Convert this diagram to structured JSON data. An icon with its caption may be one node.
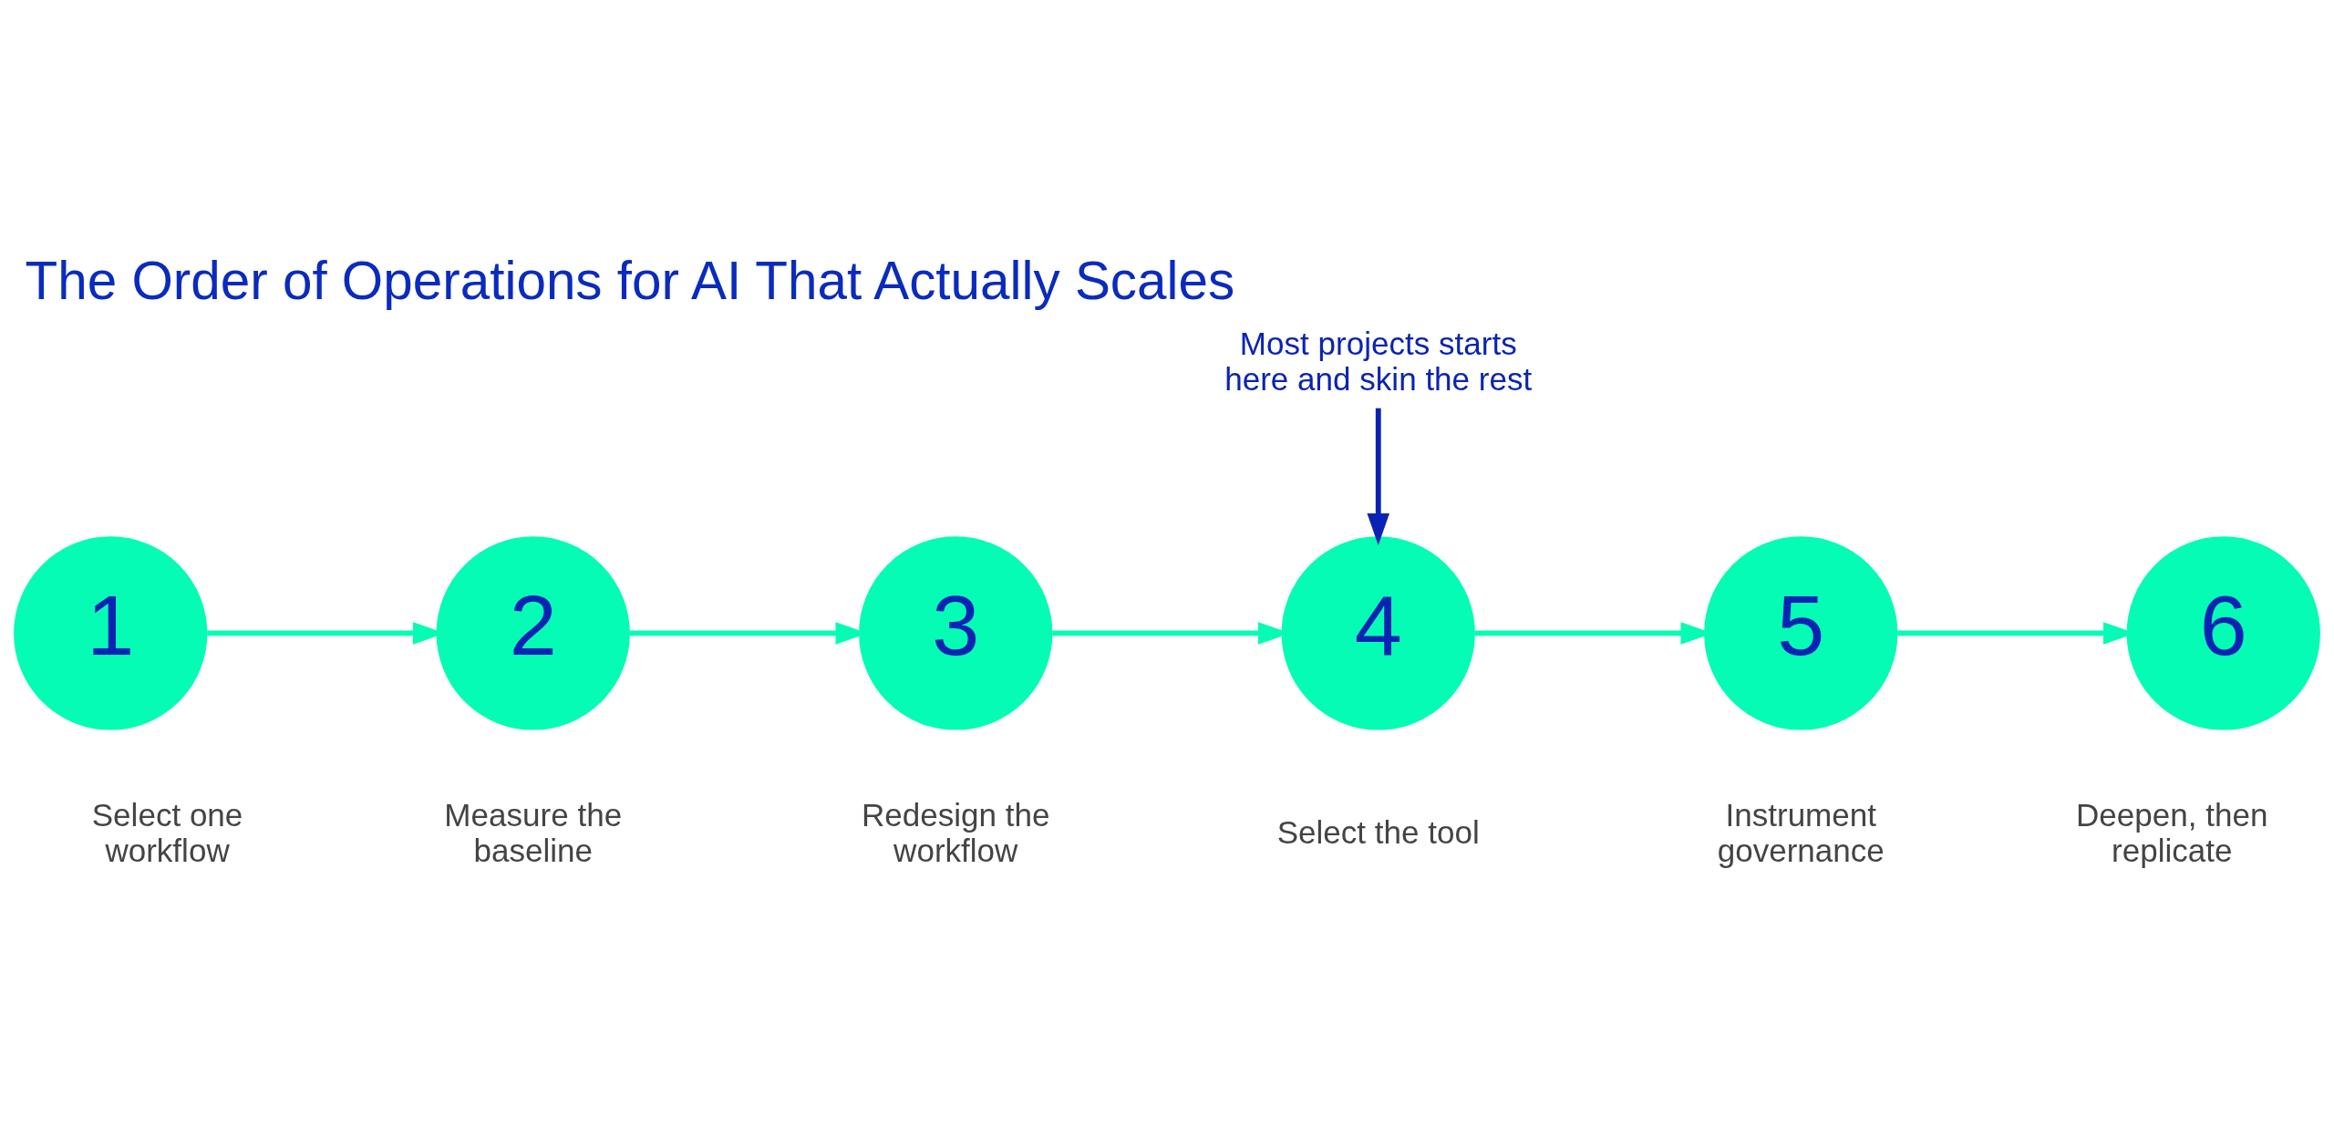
{
  "diagram": {
    "title": "The Order of Operations for AI That Actually Scales",
    "nodes": [
      {
        "text": [
          "1"
        ],
        "beside": [
          "Select one workflow"
        ]
      },
      {
        "text": [
          "2"
        ],
        "beside": [
          "Measure the baseline"
        ]
      },
      {
        "text": [
          "3"
        ],
        "beside": [
          "Redesign the workflow"
        ]
      },
      {
        "text": [
          "4"
        ],
        "beside": [
          "Select the tool"
        ]
      },
      {
        "text": [
          "5"
        ],
        "beside": [
          "Instrument governance"
        ]
      },
      {
        "text": [
          "6"
        ],
        "beside": [
          "Deepen, then replicate"
        ]
      },
      {
        "text": [
          "Most projects starts here and skin the rest"
        ]
      }
    ],
    "edges": [
      {
        "from": 0,
        "to": 1,
        "arrow": "to"
      },
      {
        "from": 1,
        "to": 2,
        "arrow": "to"
      },
      {
        "from": 2,
        "to": 3,
        "arrow": "to"
      },
      {
        "from": 3,
        "to": 4,
        "arrow": "to"
      },
      {
        "from": 4,
        "to": 5,
        "arrow": "to"
      },
      {
        "from": 6,
        "to": 3,
        "arrow": "to",
        "color": "#0a23b4"
      }
    ]
  }
}
